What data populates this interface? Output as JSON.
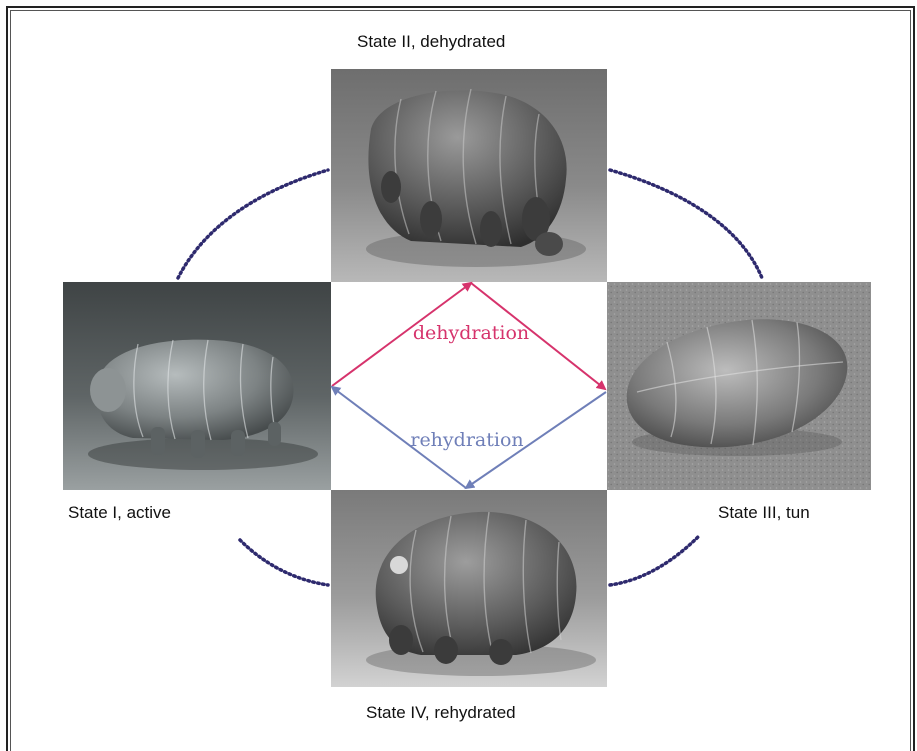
{
  "states": {
    "top": "State II, dehydrated",
    "left": "State I, active",
    "right": "State III, tun",
    "bottom": "State IV, rehydrated"
  },
  "transitions": {
    "upper": "dehydration",
    "lower": "rehydration"
  },
  "colors": {
    "dehydration": "#d6336c",
    "rehydration": "#6f7fb8",
    "cycle_dots": "#2e2a6e"
  }
}
